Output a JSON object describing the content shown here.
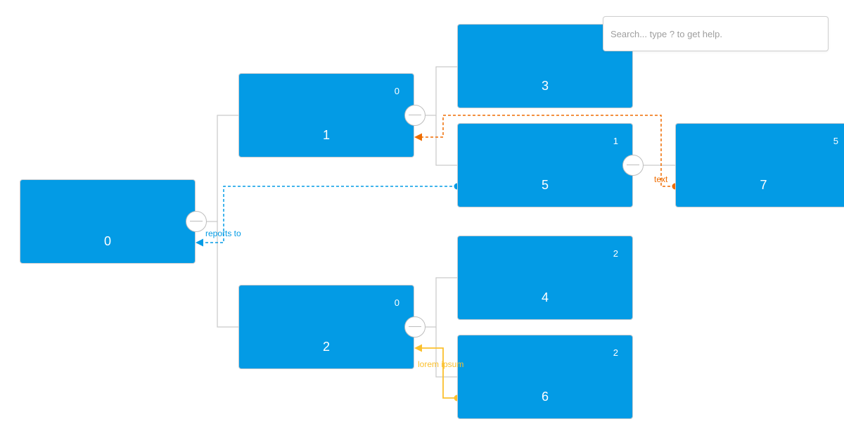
{
  "search": {
    "placeholder": "Search... type ? to get help."
  },
  "colors": {
    "node_fill": "#039be5",
    "tree_link": "#c9c9c9",
    "link_blue": "#039be5",
    "link_orange": "#ef6c00",
    "link_yellow": "#fbc02d"
  },
  "nodes": {
    "n0": {
      "label": "0",
      "badge": ""
    },
    "n1": {
      "label": "1",
      "badge": "0"
    },
    "n2": {
      "label": "2",
      "badge": "0"
    },
    "n3": {
      "label": "3",
      "badge": ""
    },
    "n4": {
      "label": "4",
      "badge": "2"
    },
    "n5": {
      "label": "5",
      "badge": "1"
    },
    "n6": {
      "label": "6",
      "badge": "2"
    },
    "n7": {
      "label": "7",
      "badge": "5"
    }
  },
  "links": {
    "reports_to": {
      "label": "reports to",
      "from": "5",
      "to": "0"
    },
    "text": {
      "label": "text",
      "from": "7",
      "to": "1"
    },
    "lorem_ipsum": {
      "label": "lorem ipsum",
      "from": "6",
      "to": "2"
    }
  }
}
